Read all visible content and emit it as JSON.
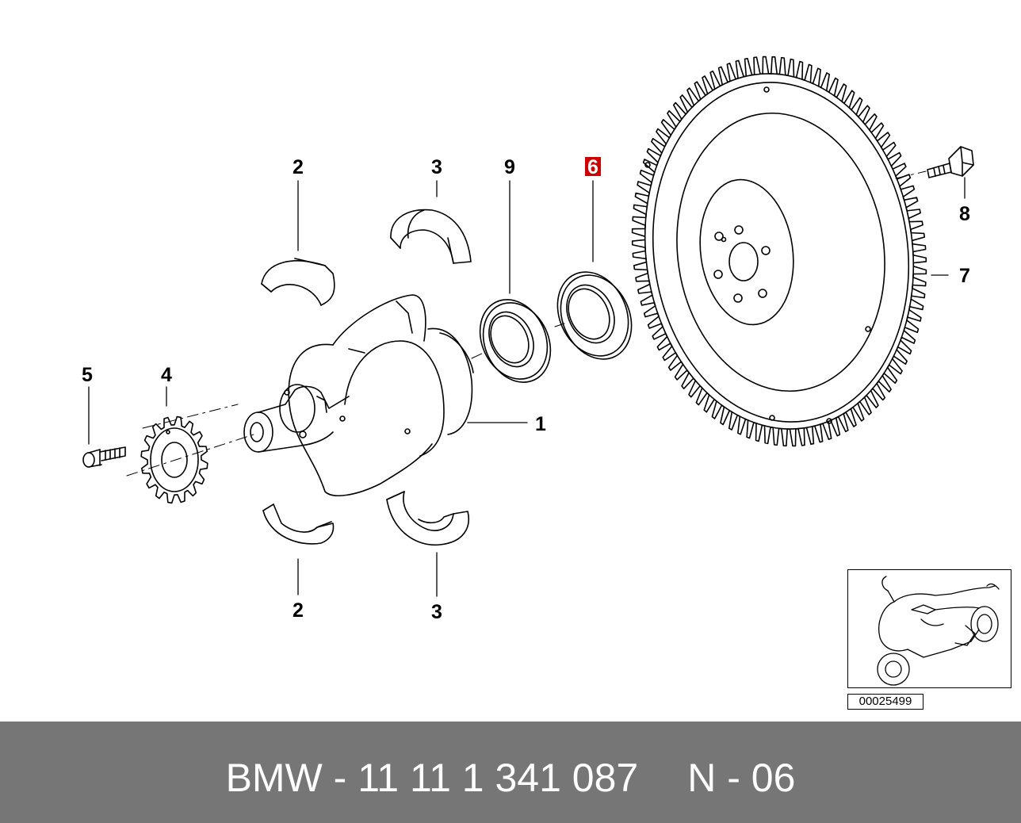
{
  "callouts": {
    "c1": "1",
    "c2_top": "2",
    "c2_bottom": "2",
    "c3_top": "3",
    "c3_bottom": "3",
    "c4": "4",
    "c5": "5",
    "c6": "6",
    "c7": "7",
    "c8": "8",
    "c9": "9"
  },
  "highlight_color": "#cc0000",
  "thumbnail": {
    "code": "00025499",
    "icon": "motorcycle-icon"
  },
  "footer": {
    "part_number": "BMW - 11 11 1 341 087",
    "diagram_ref": "N - 06",
    "bar_color": "#767676"
  }
}
